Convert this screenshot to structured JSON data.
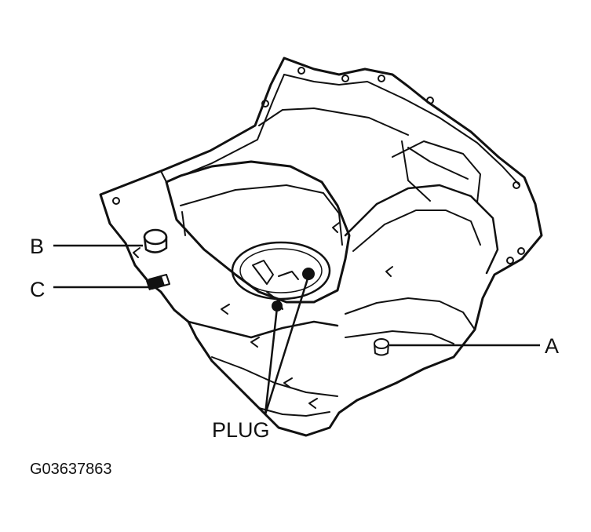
{
  "labels": {
    "a": "A",
    "b": "B",
    "c": "C",
    "plug": "PLUG"
  },
  "figure_id": "G03637863",
  "colors": {
    "ink": "#111111",
    "background": "#ffffff"
  }
}
